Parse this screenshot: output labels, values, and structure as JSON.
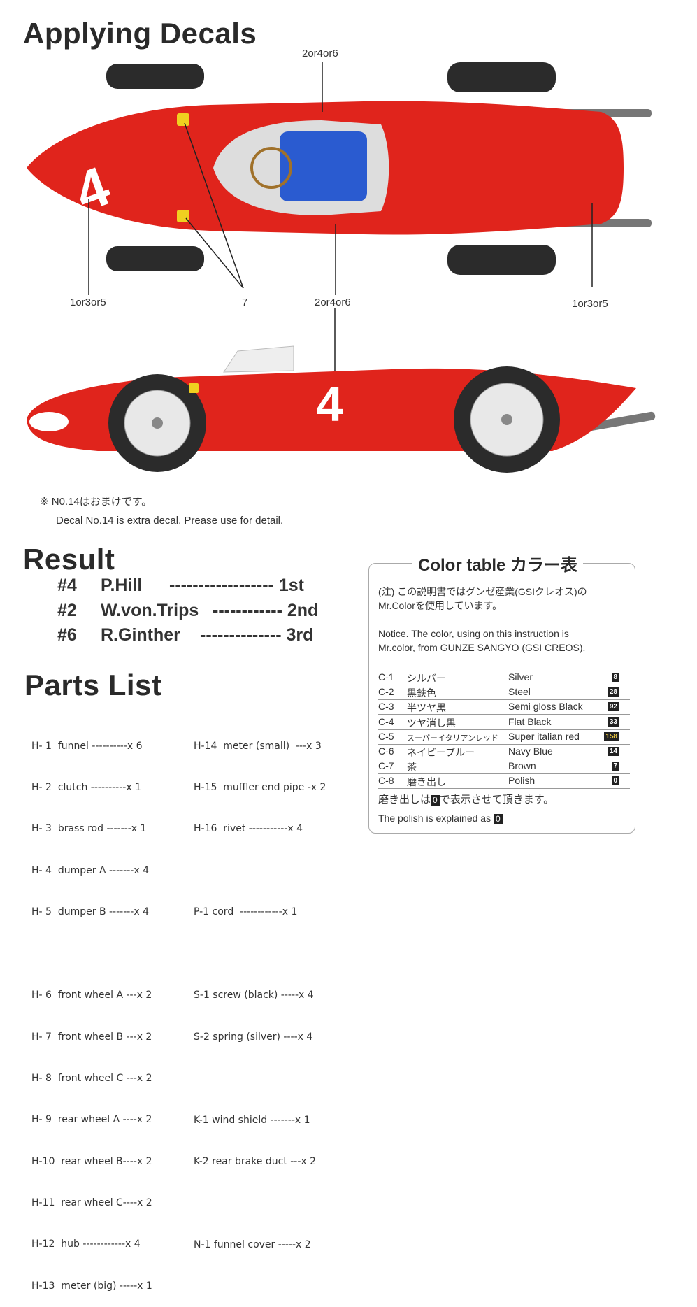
{
  "title": "Applying Decals",
  "diagram_labels": {
    "top_center": "2or4or6",
    "bottom_left": "1or3or5",
    "bottom_seven": "7",
    "bottom_center": "2or4or6",
    "bottom_right": "1or3or5",
    "side_number": "4",
    "top_nose_number": "4"
  },
  "note": {
    "jp": "※ N0.14はおまけです。",
    "en": "Decal No.14 is extra decal. Prease use for detail."
  },
  "result": {
    "heading": "Result",
    "rows": [
      {
        "num": "#4",
        "driver": "P.Hill",
        "dashes": "------------------",
        "place": "1st"
      },
      {
        "num": "#2",
        "driver": "W.von.Trips",
        "dashes": "------------",
        "place": "2nd"
      },
      {
        "num": "#6",
        "driver": "R.Ginther",
        "dashes": "--------------",
        "place": "3rd"
      }
    ]
  },
  "parts": {
    "heading": "Parts List",
    "left": [
      "H- 1  funnel ----------x 6",
      "H- 2  clutch ----------x 1",
      "H- 3  brass rod -------x 1",
      "H- 4  dumper A -------x 4",
      "H- 5  dumper B -------x 4",
      "",
      "H- 6  front wheel A ---x 2",
      "H- 7  front wheel B ---x 2",
      "H- 8  front wheel C ---x 2",
      "H- 9  rear wheel A ----x 2",
      "H-10  rear wheel B----x 2",
      "H-11  rear wheel C----x 2",
      "H-12  hub ------------x 4",
      "H-13  meter (big) -----x 1"
    ],
    "right": [
      "H-14  meter (small)  ---x 3",
      "H-15  muffler end pipe -x 2",
      "H-16  rivet -----------x 4",
      "",
      "P-1 cord  ------------x 1",
      "",
      "S-1 screw (black) -----x 4",
      "S-2 spring (silver) ----x 4",
      "",
      "K-1 wind shield -------x 1",
      "K-2 rear brake duct ---x 2",
      "",
      "N-1 funnel cover -----x 2"
    ]
  },
  "color_table": {
    "title": "Color table カラー表",
    "notice_jp_1": "(注) この説明書ではグンゼ産業(GSIクレオス)の",
    "notice_jp_2": "Mr.Colorを使用しています。",
    "notice_en_1": "Notice. The color, using on this instruction is",
    "notice_en_2": "Mr.color, from GUNZE SANGYO (GSI CREOS).",
    "rows": [
      {
        "code": "C-1",
        "jp": "シルバー",
        "en": "Silver",
        "num": "8"
      },
      {
        "code": "C-2",
        "jp": "黒鉄色",
        "en": "Steel",
        "num": "28"
      },
      {
        "code": "C-3",
        "jp": "半ツヤ黒",
        "en": "Semi gloss Black",
        "num": "92"
      },
      {
        "code": "C-4",
        "jp": "ツヤ消し黒",
        "en": "Flat Black",
        "num": "33"
      },
      {
        "code": "C-5",
        "jp": "スーパーイタリアンレッド",
        "en": "Super italian red",
        "num": "158"
      },
      {
        "code": "C-6",
        "jp": "ネイビーブルー",
        "en": "Navy Blue",
        "num": "14"
      },
      {
        "code": "C-7",
        "jp": "茶",
        "en": "Brown",
        "num": "7"
      },
      {
        "code": "C-8",
        "jp": "磨き出し",
        "en": "Polish",
        "num": "0"
      }
    ],
    "polish_jp_pre": "磨き出しは",
    "polish_jp_post": "で表示させて頂きます。",
    "polish_en": "The polish is explained as",
    "polish_badge": "0"
  },
  "colors": {
    "body_red": "#e0241c",
    "seat_blue": "#2a5bd0",
    "tire": "#2b2b2b"
  }
}
